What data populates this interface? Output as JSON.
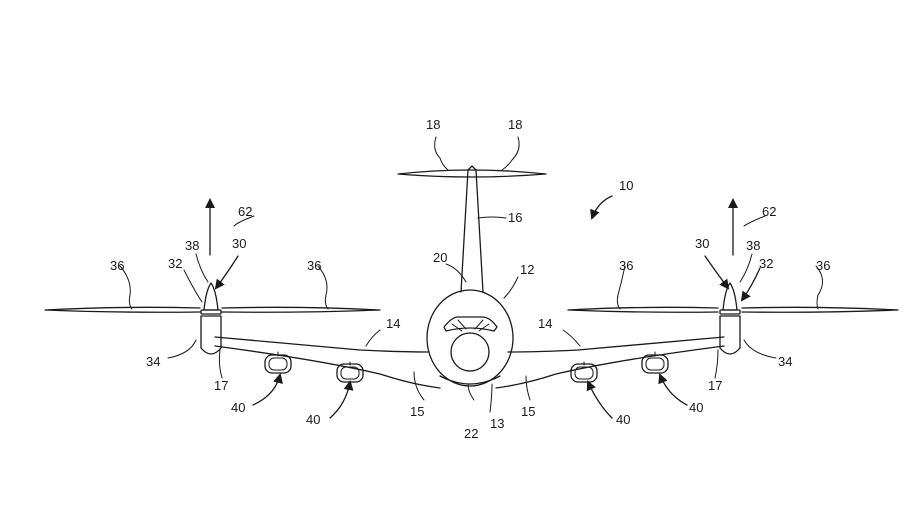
{
  "figure": {
    "labels": {
      "assembly": "10",
      "fuselage": "12",
      "lower_fuselage": "13",
      "wing_left": "14",
      "wing_right": "14",
      "wing_root_left": "15",
      "wing_root_right": "15",
      "vertical_tail": "16",
      "wingtip_left": "17",
      "wingtip_right": "17",
      "h_stab_left": "18",
      "h_stab_right": "18",
      "tail_root": "20",
      "fuselage_bottom": "22",
      "rotor_left": "30",
      "rotor_right": "30",
      "hub_left": "32",
      "hub_right": "32",
      "nacelle_left": "34",
      "nacelle_right": "34",
      "blade_left_outer": "36",
      "blade_left_inner": "36",
      "blade_right_inner": "36",
      "blade_right_outer": "36",
      "spinner_left": "38",
      "spinner_right": "38",
      "engine_left_outer": "40",
      "engine_left_inner": "40",
      "engine_right_inner": "40",
      "engine_right_outer": "40",
      "thrust_left": "62",
      "thrust_right": "62"
    }
  }
}
